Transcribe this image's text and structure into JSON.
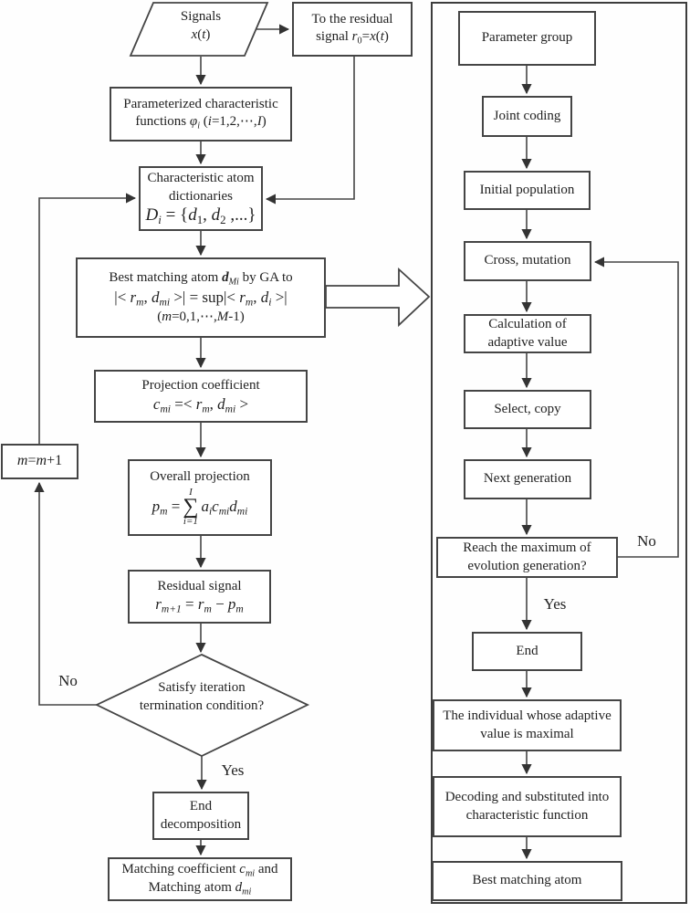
{
  "colors": {
    "line": "#454545",
    "arrow_fill": "#333333",
    "text": "#222222",
    "background": "#fefefe"
  },
  "left": {
    "signals": {
      "l1": "Signals",
      "f": [
        {
          "t": "x",
          "c": "v"
        },
        {
          "t": "("
        },
        {
          "t": "t",
          "c": "v"
        },
        {
          "t": ")"
        }
      ]
    },
    "to_residual": {
      "segs": [
        {
          "t": "To the residual signal "
        },
        {
          "t": "r",
          "c": "v"
        },
        {
          "t": "0",
          "c": "sb"
        },
        {
          "t": "="
        },
        {
          "t": "x",
          "c": "v"
        },
        {
          "t": "("
        },
        {
          "t": "t",
          "c": "v"
        },
        {
          "t": ")"
        }
      ]
    },
    "parameterized": {
      "l1": "Parameterized  characteristic",
      "f": [
        {
          "t": "functions "
        },
        {
          "t": "φ",
          "c": "v"
        },
        {
          "t": "i",
          "c": "vs"
        },
        {
          "t": " ("
        },
        {
          "t": "i",
          "c": "v"
        },
        {
          "t": "=1,2,⋯,"
        },
        {
          "t": "I",
          "c": "v"
        },
        {
          "t": ")"
        }
      ]
    },
    "dictionaries": {
      "l1": "Characteristic atom",
      "l2": "dictionaries",
      "f": [
        {
          "t": "D",
          "c": "v"
        },
        {
          "t": "i",
          "c": "vs"
        },
        {
          "t": " = {"
        },
        {
          "t": "d",
          "c": "v"
        },
        {
          "t": "1",
          "c": "sb"
        },
        {
          "t": ", "
        },
        {
          "t": "d",
          "c": "v"
        },
        {
          "t": "2",
          "c": "sb"
        },
        {
          "t": " ,...}"
        }
      ]
    },
    "best_matching": {
      "l1": [
        {
          "t": "Best matching atom "
        },
        {
          "t": "d",
          "c": "bv"
        },
        {
          "t": "Mi",
          "c": "vs"
        },
        {
          "t": " by GA to"
        }
      ],
      "l2": [
        {
          "t": "|< "
        },
        {
          "t": "r",
          "c": "v"
        },
        {
          "t": "m",
          "c": "vs"
        },
        {
          "t": ", "
        },
        {
          "t": "d",
          "c": "v"
        },
        {
          "t": "mi",
          "c": "vs"
        },
        {
          "t": " >| = sup|< "
        },
        {
          "t": "r",
          "c": "v"
        },
        {
          "t": "m",
          "c": "vs"
        },
        {
          "t": ", "
        },
        {
          "t": "d",
          "c": "v"
        },
        {
          "t": "i",
          "c": "vs"
        },
        {
          "t": " >|"
        }
      ],
      "l3": [
        {
          "t": "("
        },
        {
          "t": "m",
          "c": "v"
        },
        {
          "t": "=0,1,⋯,"
        },
        {
          "t": "M",
          "c": "v"
        },
        {
          "t": "-1)"
        }
      ]
    },
    "projection": {
      "title": "Projection coefficient",
      "f": [
        {
          "t": "c",
          "c": "v"
        },
        {
          "t": "mi",
          "c": "vs"
        },
        {
          "t": " =< "
        },
        {
          "t": "r",
          "c": "v"
        },
        {
          "t": "m",
          "c": "vs"
        },
        {
          "t": ", "
        },
        {
          "t": "d",
          "c": "v"
        },
        {
          "t": "mi",
          "c": "vs"
        },
        {
          "t": " >"
        }
      ]
    },
    "overall": {
      "title": "Overall projection",
      "f_left": [
        {
          "t": "p",
          "c": "v"
        },
        {
          "t": "m",
          "c": "vs"
        },
        {
          "t": " = "
        }
      ],
      "sum_upper": "I",
      "sum_sign": "∑",
      "sum_lower": "i=1",
      "f_right": [
        {
          "t": "a",
          "c": "v"
        },
        {
          "t": "i",
          "c": "vs"
        },
        {
          "t": "c",
          "c": "v"
        },
        {
          "t": "mi",
          "c": "vs"
        },
        {
          "t": "d",
          "c": "v"
        },
        {
          "t": "mi",
          "c": "vs"
        }
      ]
    },
    "residual_signal": {
      "title": "Residual signal",
      "f": [
        {
          "t": "r",
          "c": "v"
        },
        {
          "t": "m+1",
          "c": "vs"
        },
        {
          "t": " = "
        },
        {
          "t": "r",
          "c": "v"
        },
        {
          "t": "m",
          "c": "vs"
        },
        {
          "t": " − "
        },
        {
          "t": "p",
          "c": "v"
        },
        {
          "t": "m",
          "c": "vs"
        }
      ]
    },
    "m_increment": {
      "f": [
        {
          "t": "m",
          "c": "v"
        },
        {
          "t": "="
        },
        {
          "t": "m",
          "c": "v"
        },
        {
          "t": "+1"
        }
      ]
    },
    "decision": {
      "l1": "Satisfy iteration",
      "l2": "termination condition?"
    },
    "end_decomposition": {
      "l1": "End",
      "l2": "decomposition"
    },
    "output": {
      "l1": [
        {
          "t": "Matching coefficient "
        },
        {
          "t": "c",
          "c": "v"
        },
        {
          "t": "mi",
          "c": "vs"
        },
        {
          "t": " and"
        }
      ],
      "l2": [
        {
          "t": "Matching atom "
        },
        {
          "t": "d",
          "c": "v"
        },
        {
          "t": "mi",
          "c": "vs"
        }
      ]
    },
    "labels": {
      "no": "No",
      "yes": "Yes"
    }
  },
  "right": {
    "parameter_group": "Parameter group",
    "joint_coding": "Joint coding",
    "initial_population": "Initial population",
    "cross_mutation": "Cross, mutation",
    "calculation": "Calculation of adaptive value",
    "select_copy": "Select, copy",
    "next_generation": "Next generation",
    "reach_maximum": "Reach the maximum of evolution generation?",
    "end": "End",
    "individual": "The individual whose adaptive value is maximal",
    "decoding": "Decoding and substituted into characteristic function",
    "best_atom": "Best matching atom",
    "labels": {
      "no": "No",
      "yes": "Yes"
    }
  }
}
